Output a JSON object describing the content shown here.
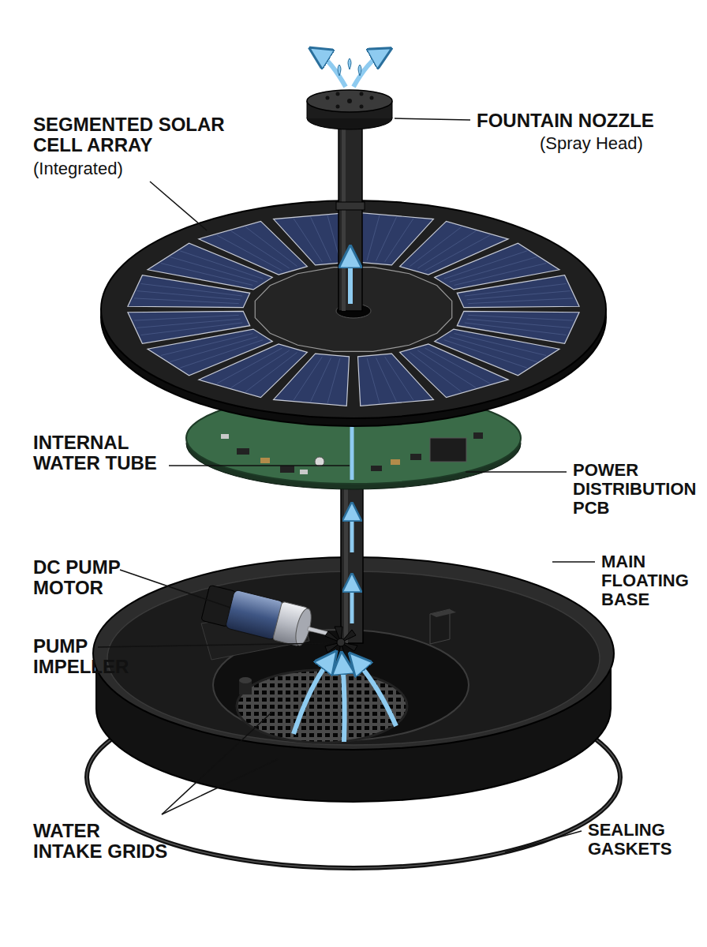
{
  "diagram": {
    "labels": [
      "SEGMENTED SOLAR CELL ARRAY",
      "(Integrated)",
      "FOUNTAIN NOZZLE",
      "(Spray Head)",
      "INTERNAL WATER TUBE",
      "POWER DISTRIBUTION PCB",
      "DC PUMP MOTOR",
      "MAIN FLOATING BASE",
      "PUMP IMPELLER",
      "WATER INTAKE GRIDS",
      "SEALING GASKETS"
    ]
  }
}
